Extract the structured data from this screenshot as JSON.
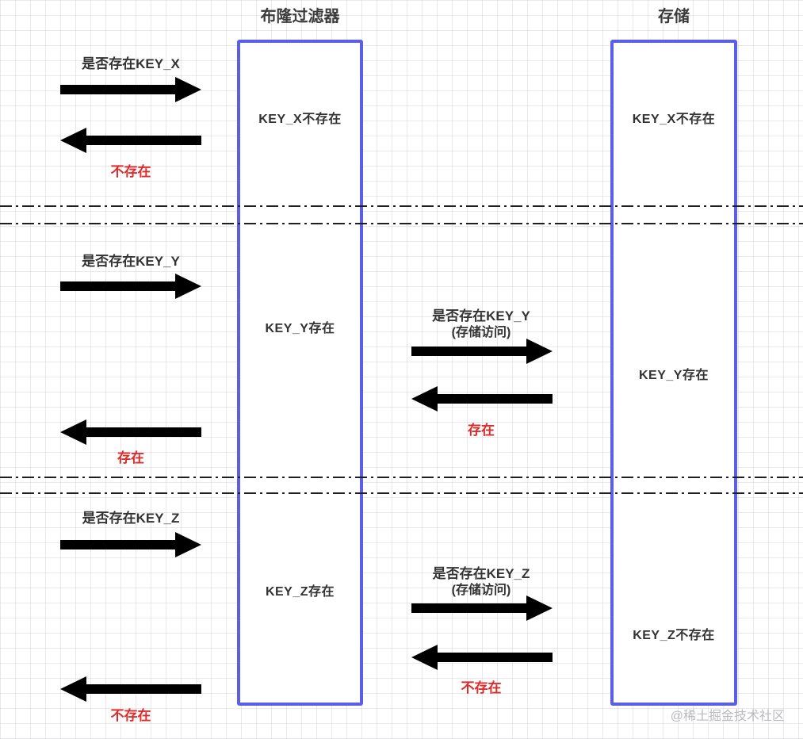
{
  "titles": {
    "bloom": "布隆过滤器",
    "storage": "存储"
  },
  "colors": {
    "box_border": "#5b5fe8",
    "text": "#333333",
    "highlight_red": "#e02b2b",
    "arrow_stroke": "#2b2b2b",
    "grid_line": "#cbcbd4",
    "watermark": "#b9b9bf"
  },
  "sections": [
    {
      "client_query": "是否存在KEY_X",
      "client_result": "不存在",
      "bloom_label": "KEY_X不存在",
      "storage_label": "KEY_X不存在"
    },
    {
      "client_query": "是否存在KEY_Y",
      "client_result": "存在",
      "bloom_label": "KEY_Y存在",
      "storage_label": "KEY_Y存在",
      "storage_query_line1": "是否存在KEY_Y",
      "storage_query_line2": "(存储访问)",
      "storage_result": "存在"
    },
    {
      "client_query": "是否存在KEY_Z",
      "client_result": "不存在",
      "bloom_label": "KEY_Z存在",
      "storage_label": "KEY_Z不存在",
      "storage_query_line1": "是否存在KEY_Z",
      "storage_query_line2": "(存储访问)",
      "storage_result": "不存在"
    }
  ],
  "watermark": "@稀土掘金技术社区"
}
